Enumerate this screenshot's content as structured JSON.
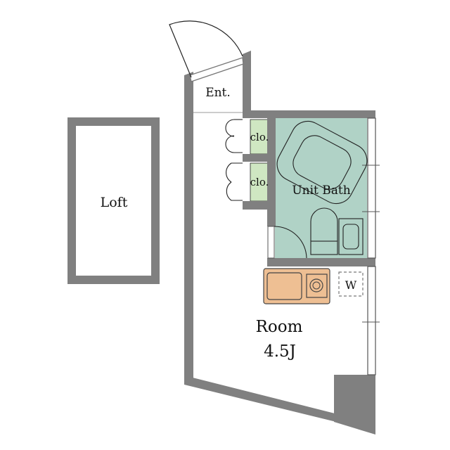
{
  "labels": {
    "entrance": "Ent.",
    "loft": "Loft",
    "closet_1": "clo.",
    "closet_2": "clo.",
    "unit_bath": "Unit Bath",
    "washer": "W",
    "room_name": "Room",
    "room_size": "4.5J"
  },
  "colors": {
    "wall": "#808080",
    "bath_floor": "#b0d2c6",
    "closet_fill": "#cfe7c2",
    "kitchen_fill": "#eebf93",
    "line": "#222222",
    "background": "#ffffff"
  }
}
